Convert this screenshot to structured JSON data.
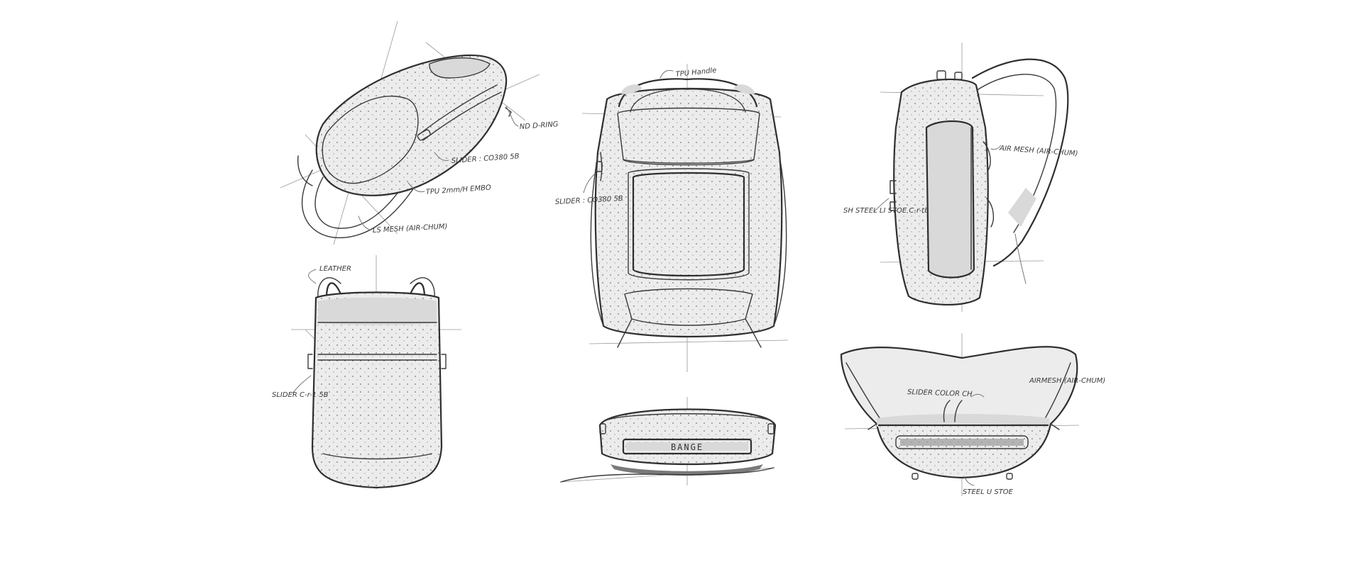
{
  "sketch_sheet": {
    "views": [
      {
        "name": "three-quarter",
        "notes": [
          "ND D-RING",
          "SLIDER : CO380 5B",
          "TPU 2mm/H EMBO",
          "LS MESH (AIR-CHUM)"
        ]
      },
      {
        "name": "front",
        "notes": [
          "TPU Handle",
          "SLIDER : CO380 5B"
        ]
      },
      {
        "name": "side",
        "notes": [
          "AIR MESH (AIR-CHUM)",
          "SH STEEL LI STOE C-r-tb"
        ]
      },
      {
        "name": "back",
        "notes": [
          "LEATHER",
          "SLIDER C-r-1 5B"
        ]
      },
      {
        "name": "top",
        "badge": "BANGE"
      },
      {
        "name": "bottom",
        "notes": [
          "SLIDER COLOR CH",
          "AIRMESH (AIR-CHUM)",
          "STEEL U STOE"
        ]
      }
    ]
  }
}
